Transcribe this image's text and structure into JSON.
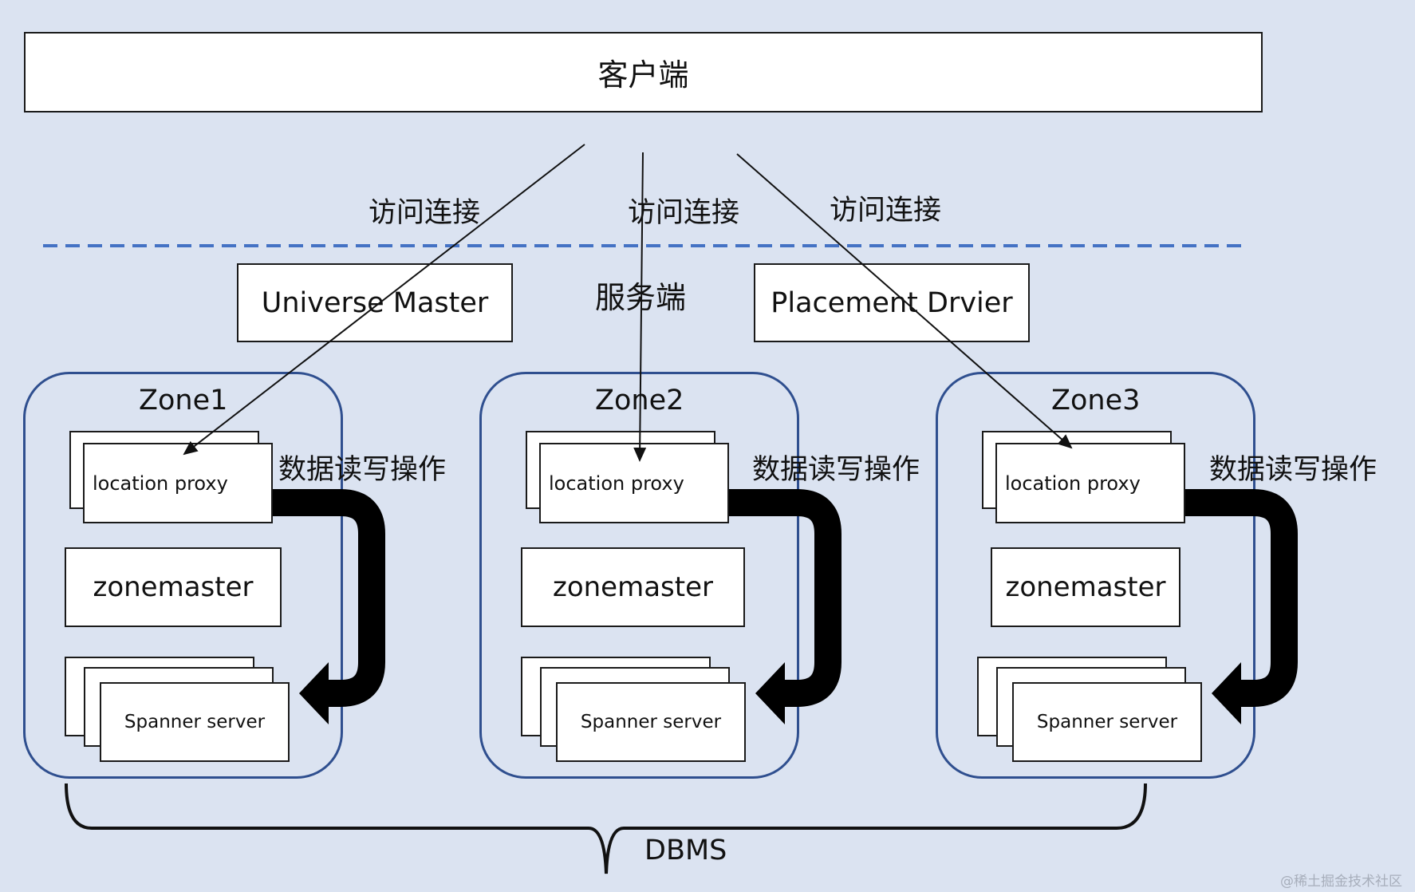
{
  "client": {
    "label": "客户端"
  },
  "access_labels": [
    "访问连接",
    "访问连接",
    "访问连接"
  ],
  "server": {
    "label": "服务端"
  },
  "universe_master": {
    "label": "Universe Master"
  },
  "placement_driver": {
    "label": "Placement Drvier"
  },
  "zones": [
    {
      "title": "Zone1",
      "proxy": "location proxy",
      "master": "zonemaster",
      "server": "Spanner server",
      "op_label": "数据读写操作"
    },
    {
      "title": "Zone2",
      "proxy": "location proxy",
      "master": "zonemaster",
      "server": "Spanner server",
      "op_label": "数据读写操作"
    },
    {
      "title": "Zone3",
      "proxy": "location proxy",
      "master": "zonemaster",
      "server": "Spanner server",
      "op_label": "数据读写操作"
    }
  ],
  "dbms": {
    "label": "DBMS"
  },
  "watermark": {
    "text": "@稀土掘金技术社区"
  },
  "colors": {
    "background": "#dbe3f1",
    "zone_border": "#2f4f8f",
    "divider": "#4472c4"
  }
}
